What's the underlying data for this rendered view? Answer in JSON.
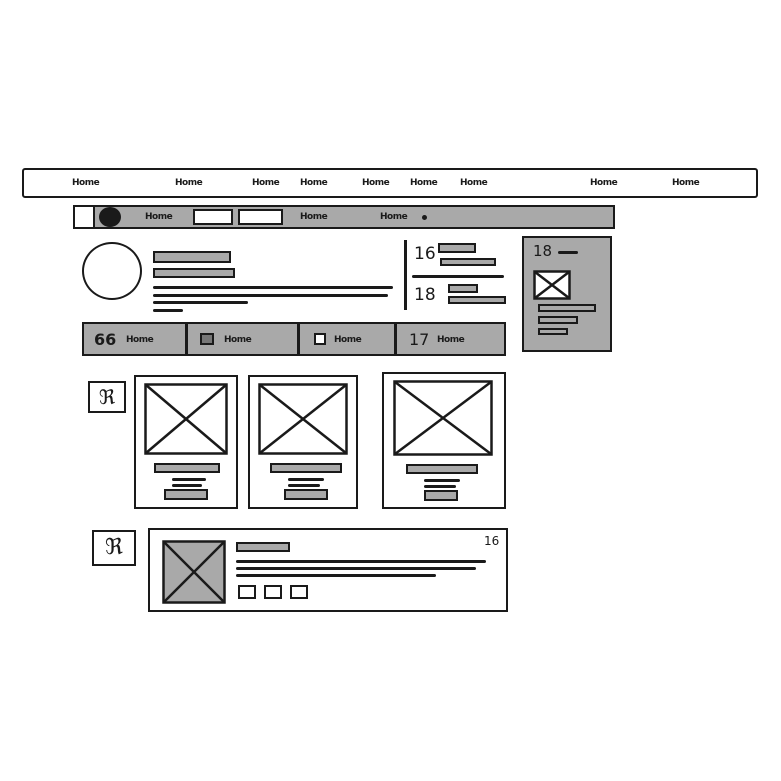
{
  "top_nav": {
    "items": [
      "Home",
      "Home",
      "Home",
      "Home",
      "Home",
      "Home",
      "Home",
      "Home",
      "Home"
    ]
  },
  "profile_bar": {
    "chips": [
      "Home",
      "Home",
      "Home"
    ]
  },
  "stats": {
    "count_a": "16",
    "count_b": "18"
  },
  "side_panel": {
    "count": "18"
  },
  "tabs": [
    {
      "count": "66",
      "label": "Home"
    },
    {
      "count": "",
      "label": "Home"
    },
    {
      "count": "",
      "label": "Home"
    },
    {
      "count": "17",
      "label": "Home"
    }
  ],
  "feed_item": {
    "count": "16"
  }
}
